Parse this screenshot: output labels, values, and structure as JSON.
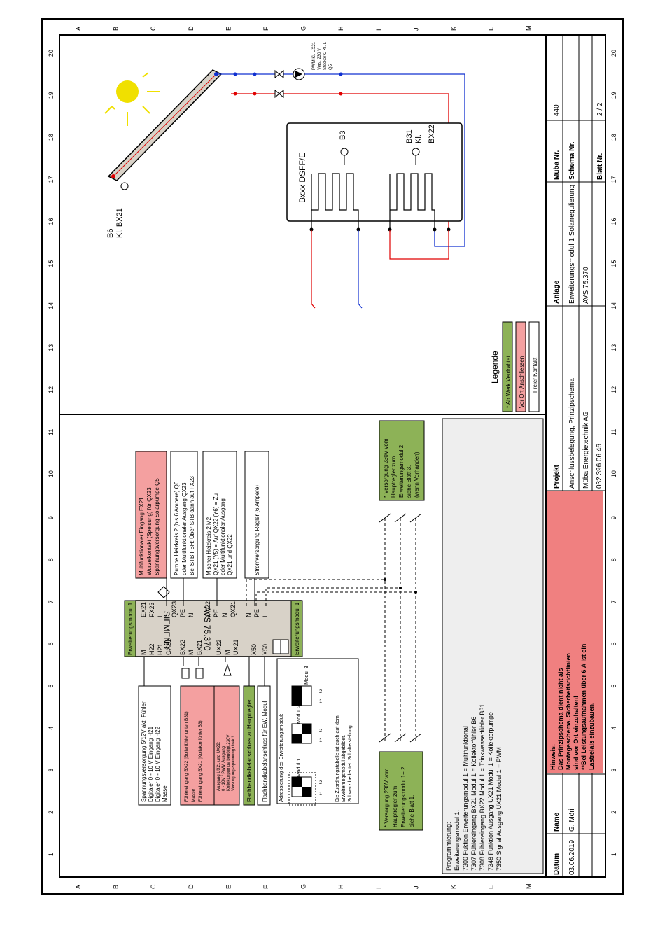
{
  "grid": {
    "rows": [
      "A",
      "B",
      "C",
      "D",
      "E",
      "F",
      "G",
      "H",
      "I",
      "J",
      "K",
      "L",
      "M"
    ],
    "cols": [
      "1",
      "2",
      "3",
      "4",
      "5",
      "6",
      "7",
      "8",
      "9",
      "10",
      "11",
      "12",
      "13",
      "14",
      "15",
      "16",
      "17",
      "18",
      "19",
      "20"
    ]
  },
  "colors": {
    "pink": "#f4a0a0",
    "green": "#8db257",
    "red": "#e00000",
    "blue": "#1030d0",
    "sun": "#f0e000",
    "title_red": "#f08080"
  },
  "hydraulic": {
    "sensor_b6": "B6",
    "sensor_b6_kl": "Kl. BX21",
    "tank_label": "Bxxx DSFF/E",
    "sensor_b3": "B3",
    "sensor_b31": "B31",
    "sensor_b31_kl": "Kl.",
    "sensor_b31_bx": "BX22",
    "pump_lines": [
      "PWM Kl. UX21",
      "Vers. 230 V",
      "Stecker C Kl. L",
      "Q5"
    ]
  },
  "legend": {
    "title": "Legende",
    "werk": "* Ab Werk Verdrahtet",
    "ort": "Vor Ort Anschliessen",
    "frei": "Freier Kontakt"
  },
  "module": {
    "header_top": "Erweiterungsmodul 1",
    "header_bottom": "Erweiterungsmodul 1",
    "brand": "SIEMENS",
    "type": "AVS 75.370",
    "left_terms": [
      "M",
      "H22",
      "H21",
      "GX21"
    ],
    "left_terms2": [
      "BX22",
      "M",
      "BX21"
    ],
    "left_terms3": [
      "UX22",
      "M",
      "UX21"
    ],
    "left_terms4": [
      "X50"
    ],
    "left_terms5": [
      "X50"
    ],
    "right_terms": [
      "EX21",
      "FX23",
      "L"
    ],
    "right_terms2": [
      "QX23",
      "PE",
      "N"
    ],
    "right_terms3": [
      "QX22",
      "PE",
      "N",
      "QX21"
    ],
    "right_terms4": [
      "N",
      "PE",
      "L"
    ]
  },
  "boxes": {
    "spannung": [
      "Spannungsversorgung 5/12V akt. Fühler",
      "Digitaler 0 - 10 V Eingang H21",
      "Digitaler 0 - 10 V Eingang H22",
      "Masse"
    ],
    "fuehler": [
      "Fühlereingang BX22 (Boilerfühler unten B31)",
      "Masse",
      "Fühlereingang BX21 (Kollektorfühler B6)"
    ],
    "ausgang": [
      "Ausgang UX21 und UX22:",
      "0 - 10V / PWM Ausgang",
      "Kollektorpumpe benötigt 230V",
      "Versorgungsspannung direkt!"
    ],
    "flach1": "Flachbandkabelanschluss zu Hauptregler",
    "flach2": "Flachbandkabelanschluss für EW. Modul",
    "multi": [
      "Multifunktionaler Eingang EX21",
      "Wurzelkontakt (Speisung) für QX23",
      "Spannungsversorgung Solarpumpe Q5"
    ],
    "pumpe": [
      "Pumpe Heizkreis 2 (bis 6 Ampere) Q6",
      "oder Multifunktionaler Ausgang QX23",
      "Bei STB FBH: Über STB dann auf FX23"
    ],
    "mischer": [
      "Mischer Heizkreis 2   M2",
      "QX21 (Y5) = Auf  QX22 (Y6) = Zu",
      "oder Multifunktionaler Ausgang",
      "QX21 und QX22"
    ],
    "strom": "Stromversorgung Regler (6 Ampere)",
    "versorgung_left": [
      "* Versorgung 230V vom",
      "Hauptregler zum",
      "Erweiterungsmodul 1+ 2",
      "siehe Blatt 1."
    ],
    "versorgung_right": [
      "* Versorgung 230V vom",
      "Hauptregler zum",
      "Erweiterungsmodul 2",
      "siehe Blatt 3.",
      "(wenn Vorhanden)"
    ]
  },
  "adressierung": {
    "title": "Adressierung des Erweiterungsmodul:",
    "m1": "Modul 1",
    "m2": "Modul 2",
    "m3": "Modul 3",
    "one": "1",
    "two": "2",
    "note": [
      "Die Zuordnungstabelle ist auch auf dem",
      "Erweiterungsmodul abgebildet.",
      "Schwarz bedeutet: Schalterstellung."
    ]
  },
  "programmierung": [
    "Programmierung:",
    "Erweiterungsmodul 1:",
    "7300 Fuktion Erweiterungsmodul 1 = Multifunktional",
    "7307  Fühlereingang BX21 Modul 1 = Kollektorfühler B6",
    "7308  Fühlereingang BX22 Modul 1 = Trinkwasserfühler B31",
    "7348 Funktion Ausgang UX21 Modul 1 = Kollektorpumpe",
    "7350 Signal Ausgang UX21 Modul 1 = PWM"
  ],
  "titleblock": {
    "datum_label": "Datum",
    "datum": "03.06.2019",
    "name_label": "Name",
    "name": "G. Möri",
    "hinweis": [
      "Hinweis:",
      "Das Prinzipschema dient nicht als",
      "Montageschema. Sicherheitsrichtlinien",
      "sind vor Ort einzuhalten!",
      "**Bei Leistungsaufnahmen über 6 A ist ein",
      "Lastrelais einzubauen."
    ],
    "projekt_label": "Projekt",
    "projekt_lines": [
      "Anschlussbelegung, Prinzipschema",
      "Müba Energietechnik AG",
      "032 396 06 46"
    ],
    "anlage_label": "Anlage",
    "anlage_lines": [
      "Erweiterungsmodul 1 Solarregulierung",
      "AVS 75.370"
    ],
    "mueba_label": "Müba Nr.",
    "mueba": "440",
    "schema_label": "Schema Nr.",
    "blatt_label": "Blatt Nr.",
    "blatt": "2 / 2"
  }
}
